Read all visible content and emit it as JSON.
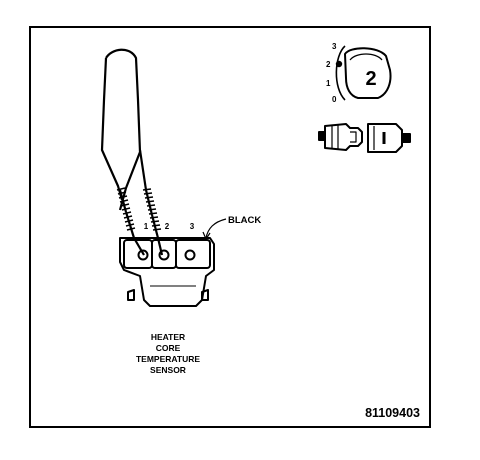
{
  "diagram": {
    "pin_labels": [
      "1",
      "2",
      "3"
    ],
    "wire_color_label": "BLACK",
    "component_label": [
      "HEATER",
      "CORE",
      "TEMPERATURE",
      "SENSOR"
    ],
    "figure_number": "81109403",
    "selector_scale": [
      "3",
      "2",
      "1",
      "0"
    ],
    "selector_value": "2",
    "colors": {
      "line": "#000000",
      "background": "#ffffff"
    },
    "icons": [
      "meter-probe-icon",
      "range-selector-dial-icon",
      "connector-pair-icon"
    ]
  }
}
